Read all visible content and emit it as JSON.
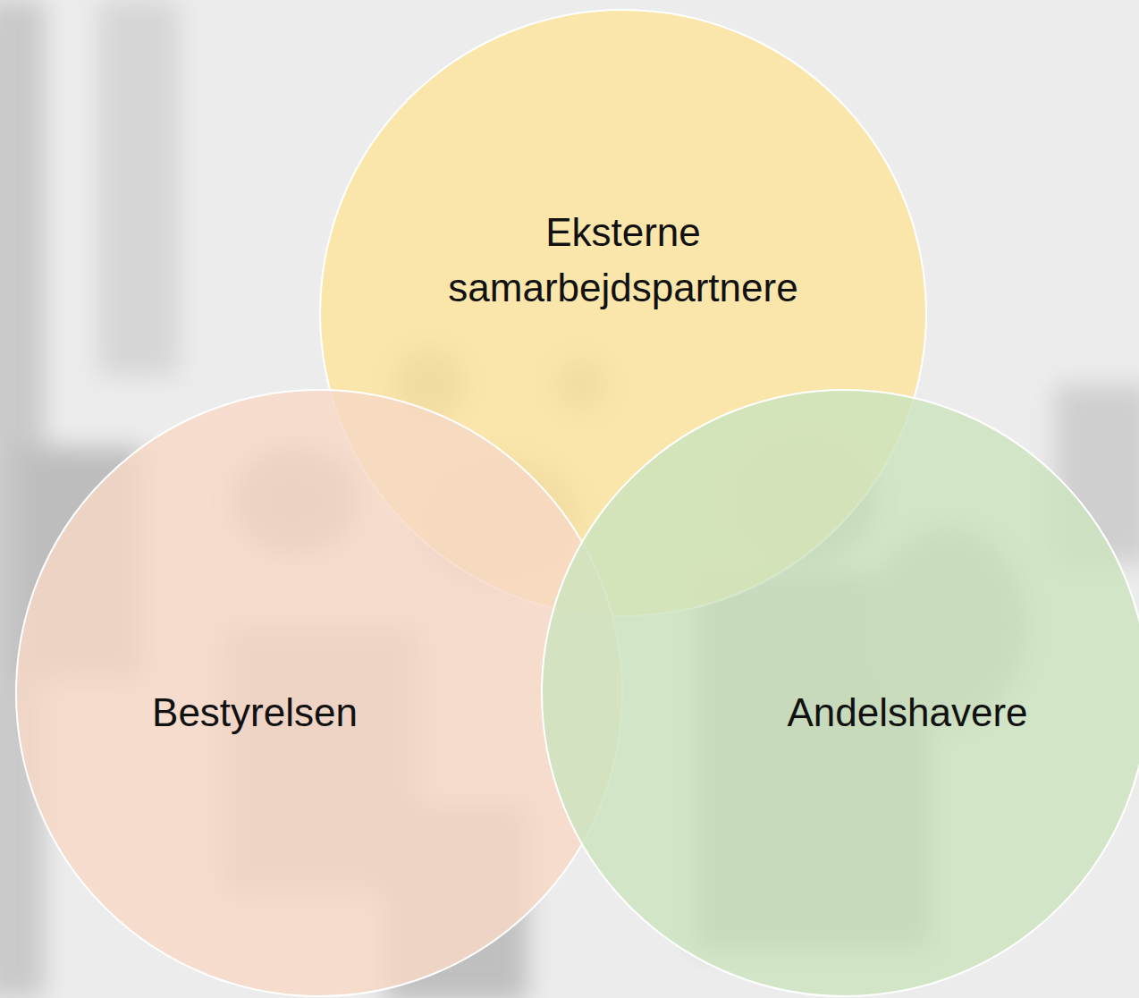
{
  "diagram": {
    "nodes": [
      {
        "text": [
          "Eksterne samarbejdspartnere"
        ]
      },
      {
        "text": [
          "Bestyrelsen"
        ]
      },
      {
        "text": [
          "Andelshavere"
        ]
      }
    ]
  }
}
